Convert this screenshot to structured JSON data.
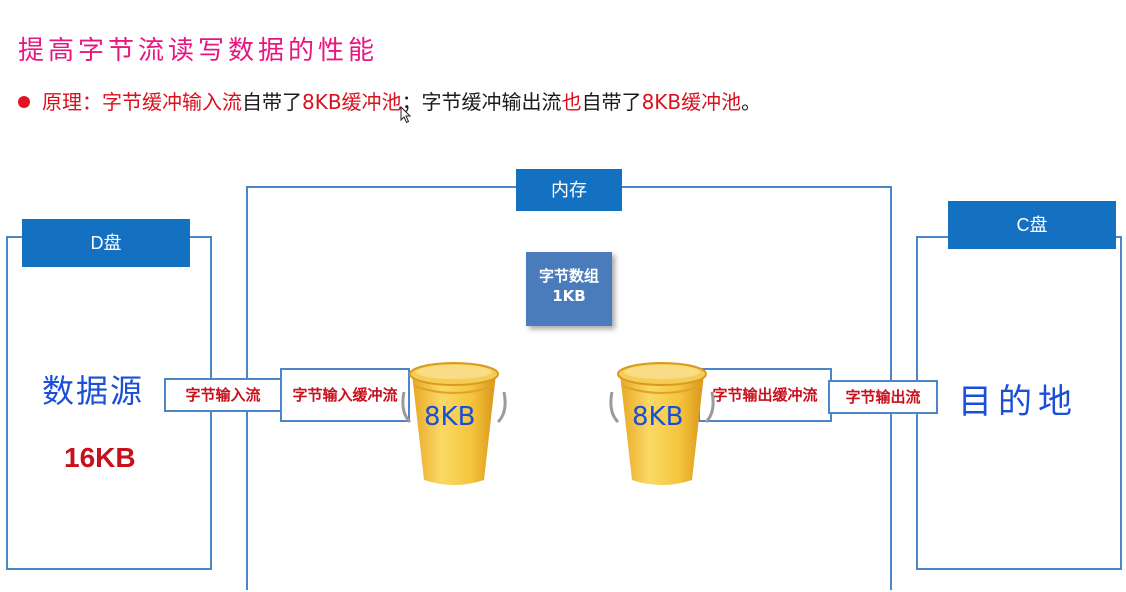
{
  "header": {
    "title": "提高字节流读写数据的性能",
    "principle": {
      "part1": "原理：字节缓冲输入流",
      "part2": "自带了",
      "part3": "8KB缓冲池",
      "part4": "；字节缓冲输出流",
      "part5": "也",
      "part6": "自带了",
      "part7": "8KB缓冲池",
      "part8": "。"
    }
  },
  "diagram": {
    "memory_label": "内存",
    "d_disk_label": "D盘",
    "c_disk_label": "C盘",
    "source_text": "数据源",
    "source_size": "16KB",
    "destination_text": "目的地",
    "byte_array_line1": "字节数组",
    "byte_array_line2": "1KB",
    "byte_input_stream": "字节输入流",
    "buffered_input_stream": "字节输入缓冲流",
    "buffered_output_stream": "字节输出缓冲流",
    "byte_output_stream": "字节输出流",
    "bucket_left_label": "8KB",
    "bucket_right_label": "8KB"
  },
  "colors": {
    "title": "#e8177f",
    "accent_red": "#d9111f",
    "blue": "#1470c1",
    "outline": "#4a86c8",
    "byte_array": "#4a7cbc",
    "bucket": "#f3c23c"
  }
}
